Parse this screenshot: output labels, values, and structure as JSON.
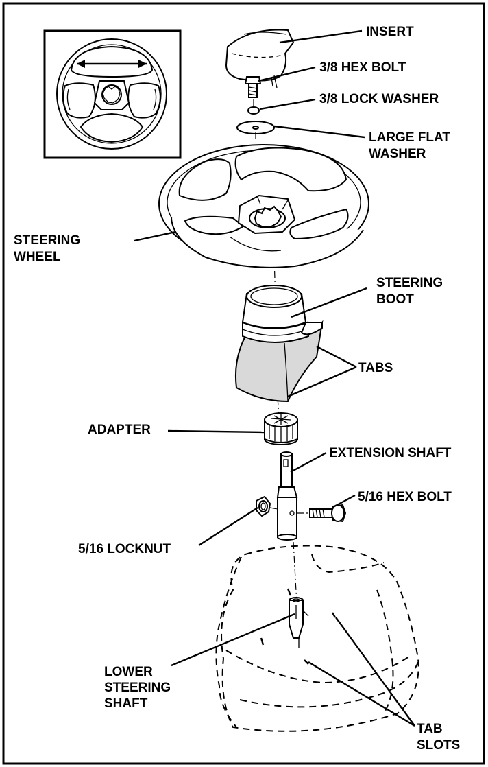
{
  "labels": {
    "insert": "INSERT",
    "hex_bolt_38": "3/8 HEX BOLT",
    "lock_washer_38": "3/8 LOCK WASHER",
    "large_flat_washer": [
      "LARGE FLAT",
      "WASHER"
    ],
    "steering_wheel": [
      "STEERING",
      "WHEEL"
    ],
    "steering_boot": [
      "STEERING",
      "BOOT"
    ],
    "tabs": "TABS",
    "adapter": "ADAPTER",
    "extension_shaft": "EXTENSION SHAFT",
    "hex_bolt_516": "5/16 HEX BOLT",
    "locknut_516": "5/16 LOCKNUT",
    "lower_steering_shaft": [
      "LOWER",
      "STEERING",
      "SHAFT"
    ],
    "tab_slots": [
      "TAB",
      "SLOTS"
    ]
  }
}
